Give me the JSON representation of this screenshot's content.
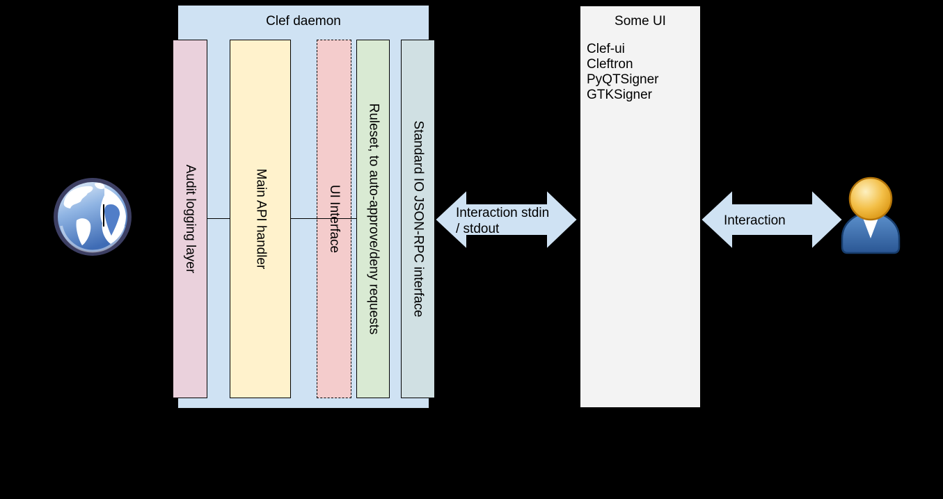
{
  "colors": {
    "background": "#000000",
    "container_blue": "#cfe2f3",
    "audit_pink": "#ead1dc",
    "api_yellow": "#fff2cc",
    "ui_red": "#f4cccc",
    "ruleset_green": "#d9ead3",
    "stdio_cyan": "#d0e0e3",
    "some_ui_gray": "#f3f3f3",
    "border_black": "#000000"
  },
  "clef_daemon": {
    "title": "Clef daemon",
    "columns": [
      {
        "label": "Audit logging layer"
      },
      {
        "label": "Main API handler"
      },
      {
        "label": "UI Interface"
      },
      {
        "label": "Ruleset, to auto-approve/deny requests"
      },
      {
        "label": "Standard IO JSON-RPC interface"
      }
    ]
  },
  "some_ui": {
    "title": "Some UI",
    "items": [
      "Clef-ui",
      "Cleftron",
      "PyQTSigner",
      "GTKSigner"
    ]
  },
  "arrows": {
    "left": {
      "line1": "Interaction stdin",
      "line2": "/ stdout"
    },
    "right": {
      "line1": "Interaction"
    }
  },
  "icons": {
    "left": "globe-icon",
    "right": "person-icon"
  }
}
